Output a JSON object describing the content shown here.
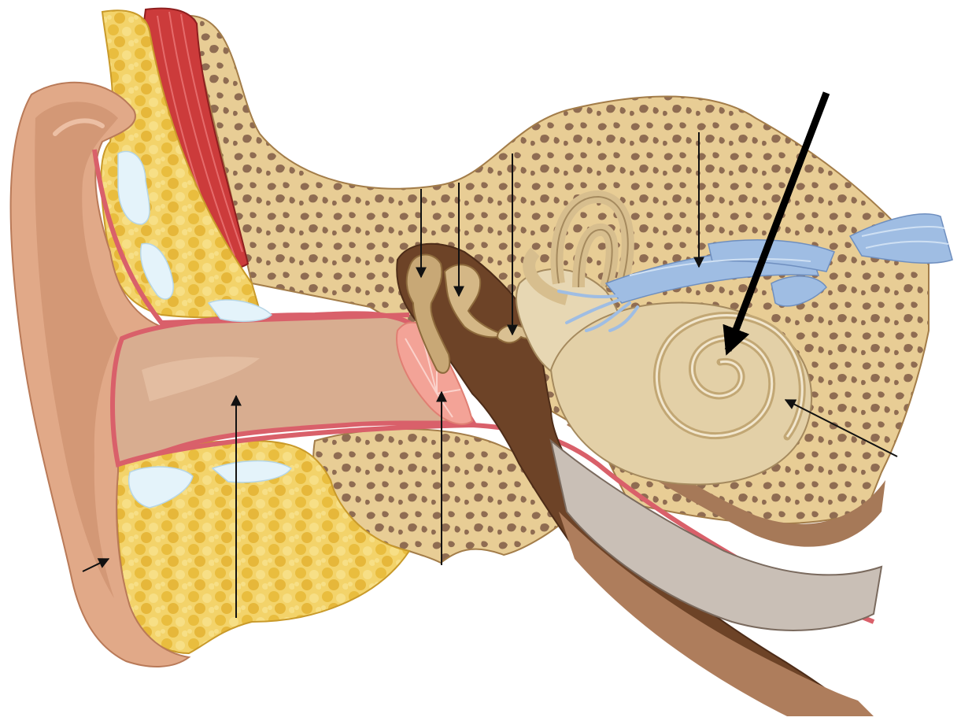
{
  "diagram": {
    "labels": [],
    "pointer_count": 10,
    "structures": [
      "auricle",
      "ear-canal",
      "tympanic-membrane",
      "malleus",
      "incus",
      "stapes",
      "semicircular-canals",
      "vestibular-nerve",
      "cochlea",
      "eustachian-tube",
      "temporal-bone",
      "cartilage",
      "fat-tissue",
      "muscle"
    ]
  },
  "colors": {
    "background": "#ffffff",
    "skin": "#e1a988",
    "skin_dark": "#c98b68",
    "canal": "#d8ad90",
    "bone": "#e8cd95",
    "bone_pores": "#8f6c52",
    "cavity": "#6d4327",
    "fat": "#f0cc55",
    "fat_blob": "#e9bd3e",
    "lining": "#d9606a",
    "muscle": "#cc3b3b",
    "cartilage": "#e4f3fa",
    "nerve": "#9fbde3",
    "ossicle": "#c8a876",
    "cochlea": "#e3d0a7",
    "drum": "#f3a397",
    "arrow": "#111111"
  }
}
